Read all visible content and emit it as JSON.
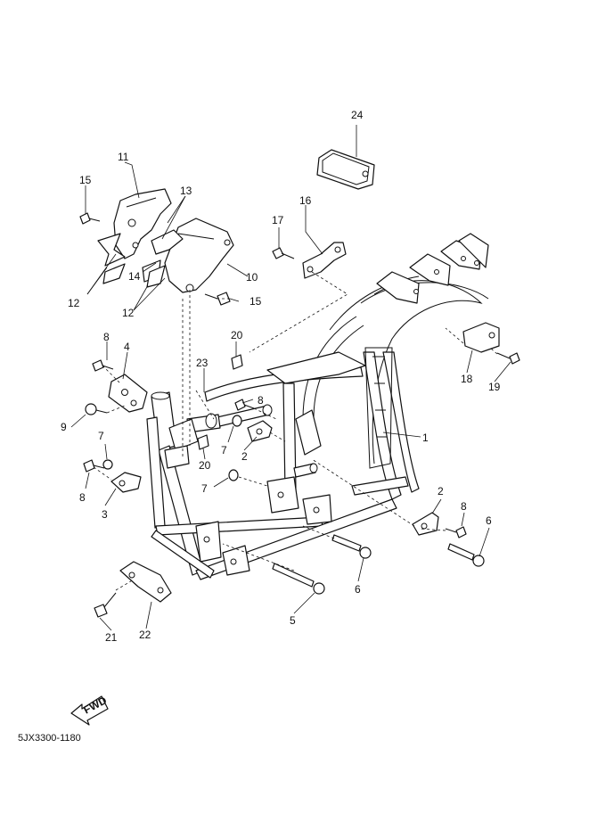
{
  "diagram_code": "5JX3300-1180",
  "fwd_label": "FWD",
  "callouts": [
    "1",
    "2",
    "2",
    "3",
    "4",
    "5",
    "6",
    "6",
    "7",
    "7",
    "7",
    "8",
    "8",
    "8",
    "8",
    "9",
    "10",
    "11",
    "12",
    "12",
    "13",
    "14",
    "15",
    "15",
    "16",
    "17",
    "18",
    "19",
    "20",
    "20",
    "21",
    "22",
    "23",
    "24"
  ]
}
